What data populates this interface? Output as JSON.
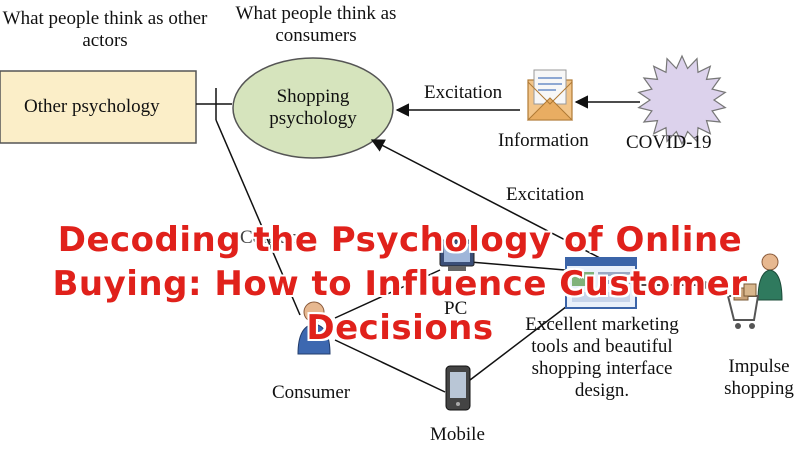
{
  "diagram": {
    "left_heading": "What people think as other actors",
    "center_heading": "What people think as consumers",
    "other_psychology": "Other psychology",
    "shopping_psychology": "Shopping psychology",
    "excitation_top": "Excitation",
    "information": "Information",
    "covid": "COVID-19",
    "excitation_mid": "Excitation",
    "pc": "PC",
    "marketing": "Excellent marketing tools and beautiful shopping interface design.",
    "consumer": "Consumer",
    "mobile": "Mobile",
    "impulse": "Impulse shopping",
    "hidden_label": "Consum"
  },
  "overlay": {
    "title": "Decoding the Psychology of Online Buying: How to Influence Customer Decisions"
  },
  "colors": {
    "other_box_fill": "#fbeec8",
    "ellipse_fill": "#d6e4bd",
    "star_fill": "#dcd2ec",
    "title_red": "#e0211b"
  }
}
